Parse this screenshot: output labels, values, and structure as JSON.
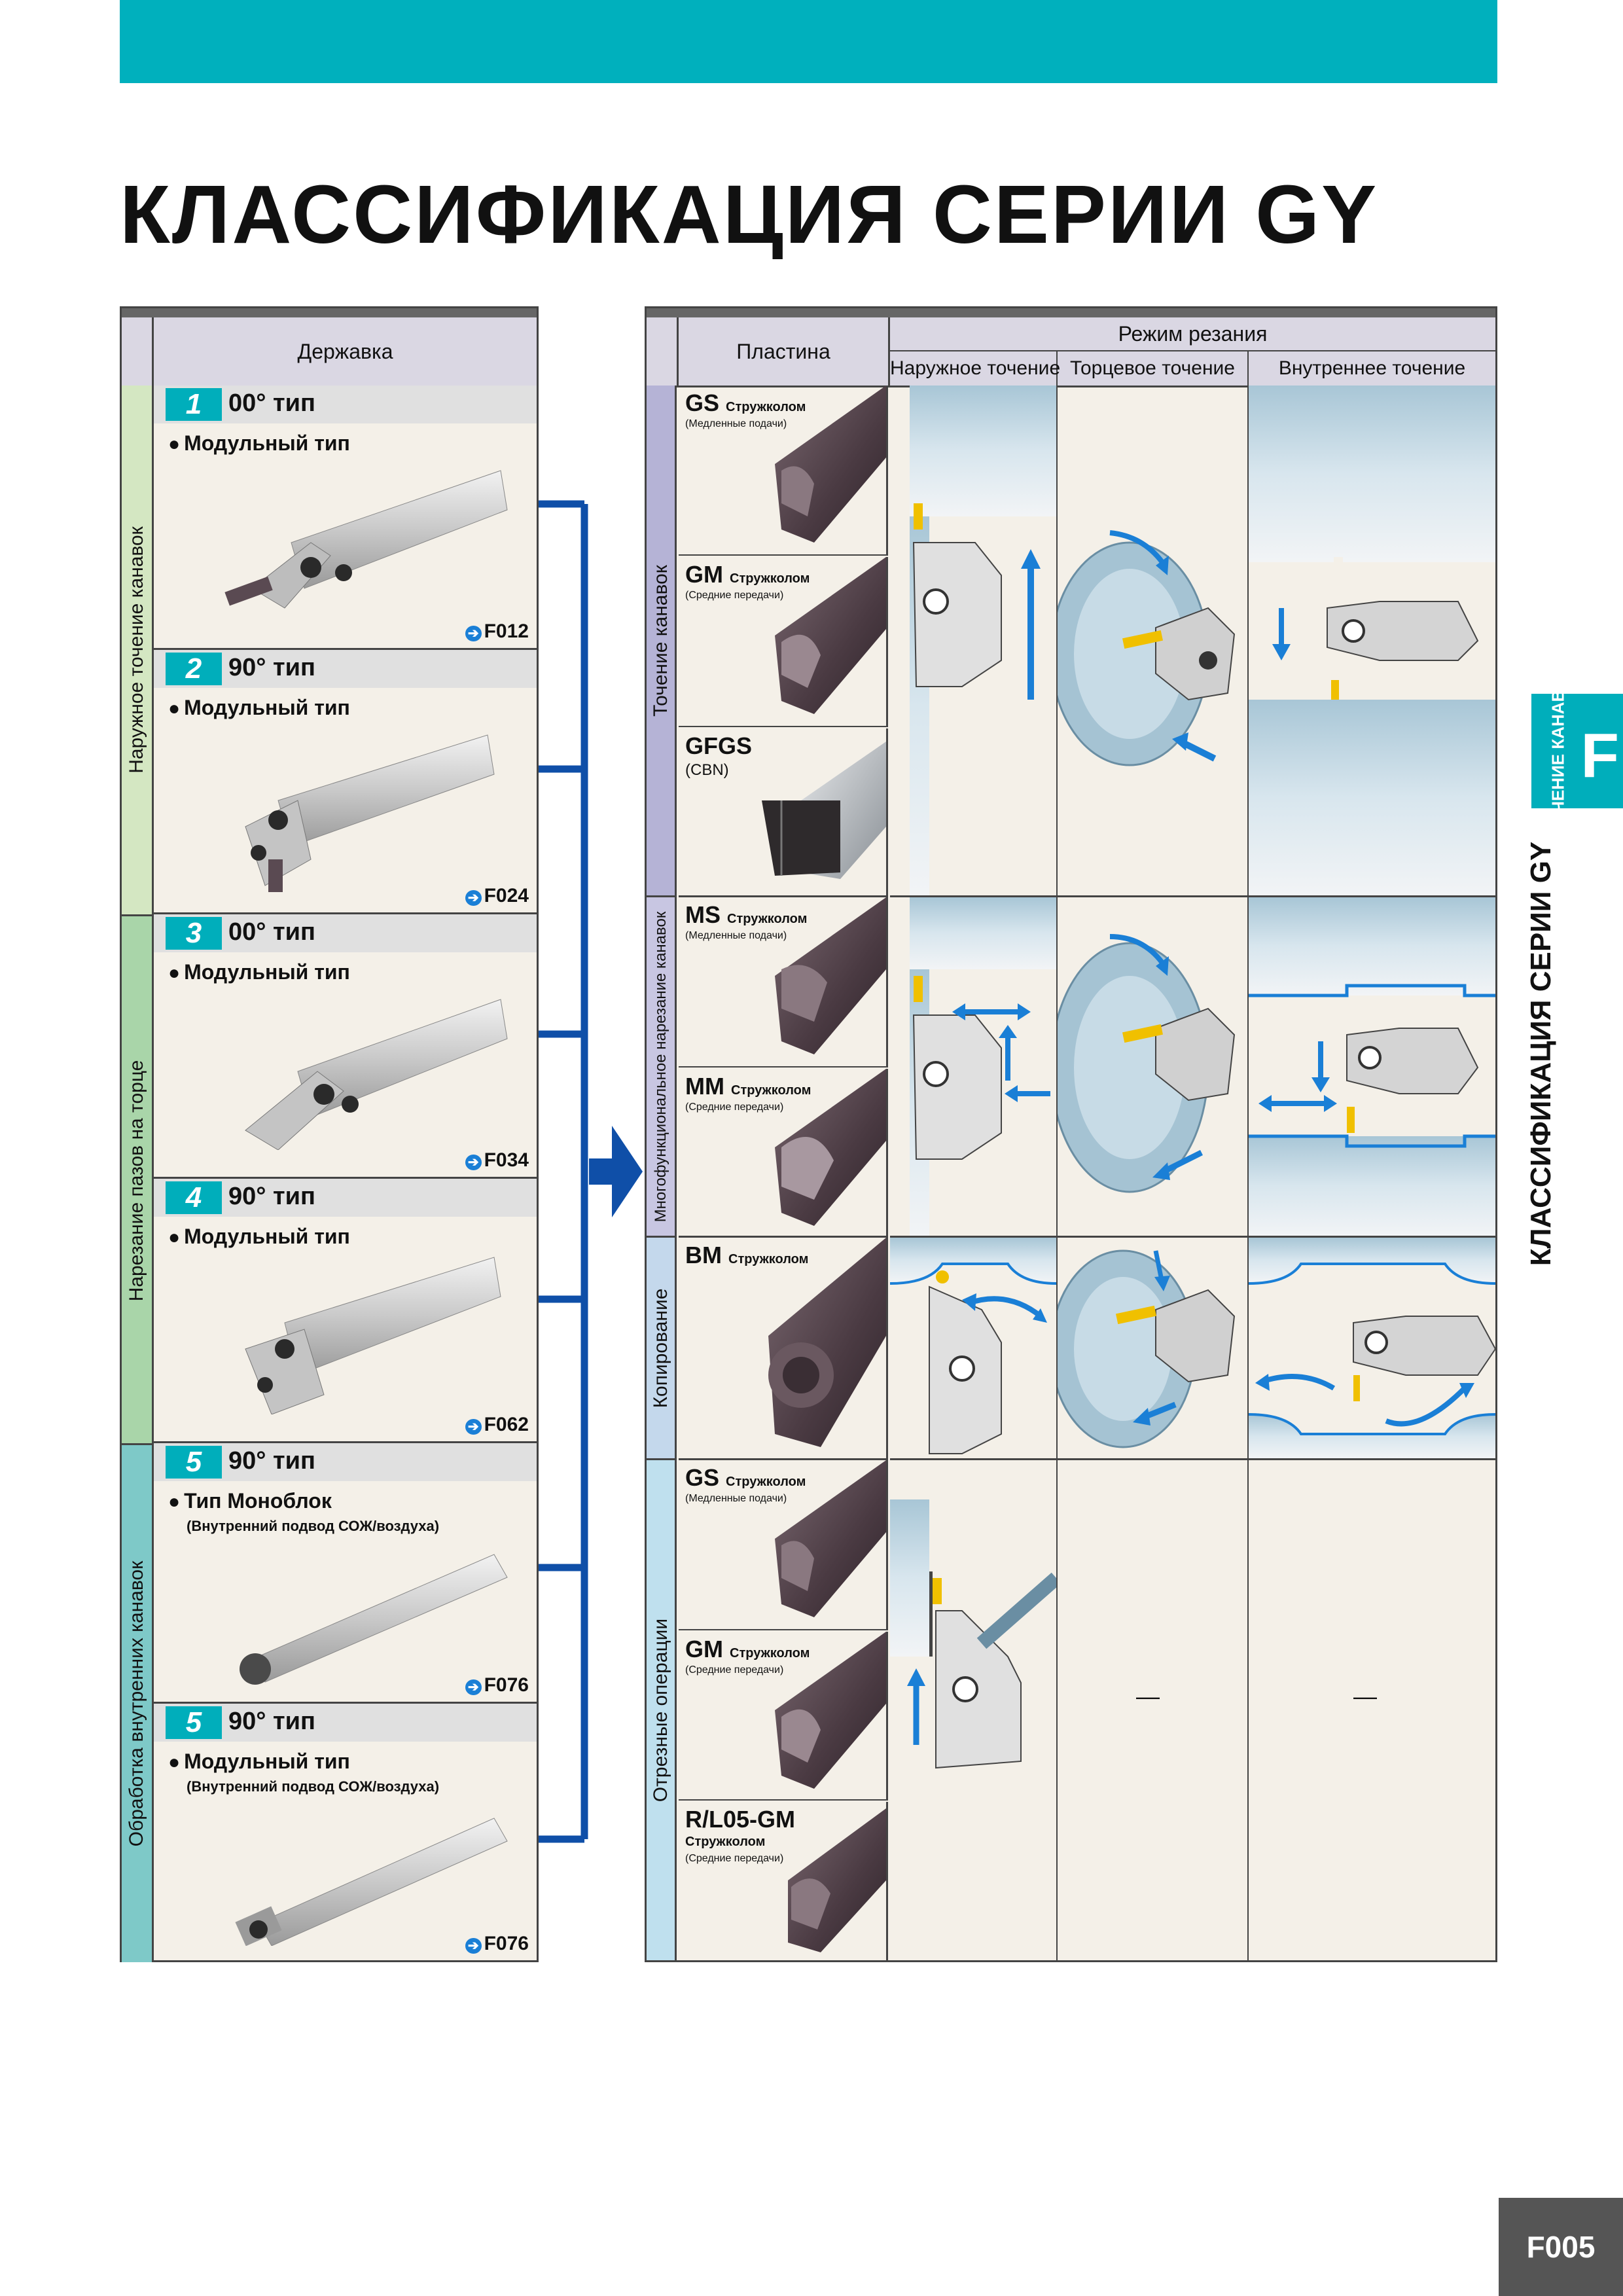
{
  "page": {
    "title": "КЛАССИФИКАЦИЯ СЕРИИ GY",
    "side_tab_label": "ТОЧЕНИЕ КАНАВОК",
    "side_tab_letter": "F",
    "side_title": "КЛАССИФИКАЦИЯ СЕРИИ GY",
    "page_number": "F005",
    "accent_color": "#00b0bd",
    "link_color": "#1a7fd6"
  },
  "holders": {
    "header": "Державка",
    "groups": [
      {
        "label": "Наружное точение канавок"
      },
      {
        "label": "Нарезание пазов на торце"
      },
      {
        "label": "Обработка внутренних канавок"
      }
    ],
    "items": [
      {
        "num": "1",
        "type": "00° тип",
        "kind": "Модульный тип",
        "note": "",
        "ref": "F012"
      },
      {
        "num": "2",
        "type": "90° тип",
        "kind": "Модульный тип",
        "note": "",
        "ref": "F024"
      },
      {
        "num": "3",
        "type": "00° тип",
        "kind": "Модульный тип",
        "note": "",
        "ref": "F034"
      },
      {
        "num": "4",
        "type": "90° тип",
        "kind": "Модульный тип",
        "note": "",
        "ref": "F062"
      },
      {
        "num": "5",
        "type": "90° тип",
        "kind": "Тип Моноблок",
        "note": "(Внутренний подвод СОЖ/воздуха)",
        "ref": "F076"
      },
      {
        "num": "5",
        "type": "90° тип",
        "kind": "Модульный тип",
        "note": "(Внутренний подвод СОЖ/воздуха)",
        "ref": "F076"
      }
    ]
  },
  "inserts": {
    "header_plate": "Пластина",
    "header_mode": "Режим резания",
    "columns": [
      "Наружное точение",
      "Торцевое точение",
      "Внутреннее точение"
    ],
    "groups": [
      {
        "label": "Точение канавок"
      },
      {
        "label": "Многофункциональное нарезание канавок"
      },
      {
        "label": "Копирование"
      },
      {
        "label": "Отрезные операции"
      }
    ],
    "items": [
      {
        "code": "GS",
        "breaker": "Стружколом",
        "feed": "(Медленные подачи)"
      },
      {
        "code": "GM",
        "breaker": "Стружколом",
        "feed": "(Средние передачи)"
      },
      {
        "code": "GFGS",
        "breaker": "",
        "feed": "(CBN)"
      },
      {
        "code": "MS",
        "breaker": "Стружколом",
        "feed": "(Медленные подачи)"
      },
      {
        "code": "MM",
        "breaker": "Стружколом",
        "feed": "(Средние передачи)"
      },
      {
        "code": "BM",
        "breaker": "Стружколом",
        "feed": ""
      },
      {
        "code": "GS",
        "breaker": "Стружколом",
        "feed": "(Медленные подачи)"
      },
      {
        "code": "GM",
        "breaker": "Стружколом",
        "feed": "(Средние передачи)"
      },
      {
        "code": "R/L05-GM",
        "breaker": "Стружколом",
        "feed": "(Средние передачи)"
      }
    ],
    "not_applicable": "—"
  }
}
